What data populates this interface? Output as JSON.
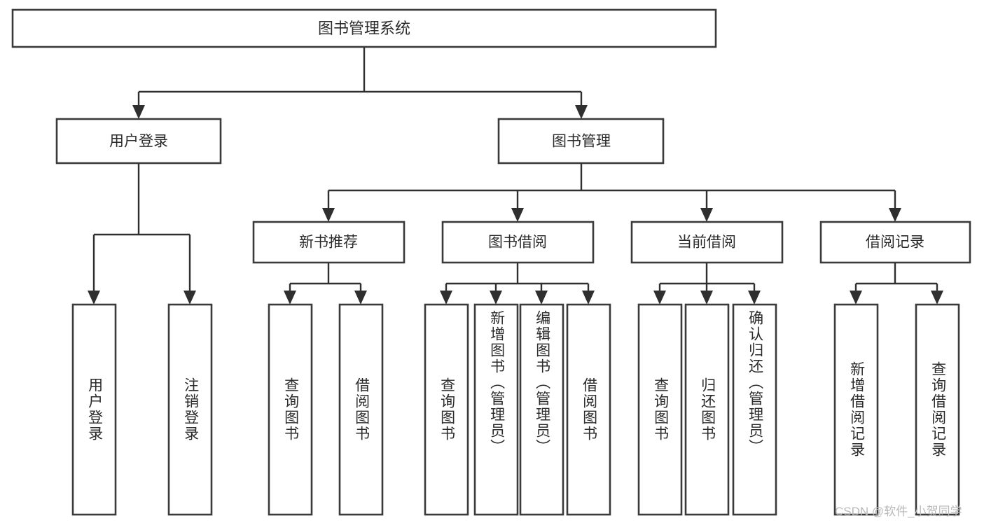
{
  "diagram": {
    "title": "图书管理系统",
    "type": "tree-hierarchy",
    "root": {
      "id": "root",
      "label": "图书管理系统"
    },
    "level2": [
      {
        "id": "user-login",
        "label": "用户登录"
      },
      {
        "id": "book-manage",
        "label": "图书管理"
      }
    ],
    "level3": [
      {
        "id": "new-book-recommend",
        "label": "新书推荐"
      },
      {
        "id": "book-borrow",
        "label": "图书借阅"
      },
      {
        "id": "current-borrow",
        "label": "当前借阅"
      },
      {
        "id": "borrow-record",
        "label": "借阅记录"
      }
    ],
    "leaves": {
      "user_login": [
        {
          "id": "leaf-user-login",
          "label": "用户登录"
        },
        {
          "id": "leaf-logout",
          "label": "注销登录"
        }
      ],
      "new_book_recommend": [
        {
          "id": "leaf-query-book-1",
          "label": "查询图书"
        },
        {
          "id": "leaf-borrow-book-1",
          "label": "借阅图书"
        }
      ],
      "book_borrow": [
        {
          "id": "leaf-query-book-2",
          "label": "查询图书"
        },
        {
          "id": "leaf-add-book",
          "label": "新增图书（管理员）"
        },
        {
          "id": "leaf-edit-book",
          "label": "编辑图书（管理员）"
        },
        {
          "id": "leaf-borrow-book-2",
          "label": "借阅图书"
        }
      ],
      "current_borrow": [
        {
          "id": "leaf-query-book-3",
          "label": "查询图书"
        },
        {
          "id": "leaf-return-book",
          "label": "归还图书"
        },
        {
          "id": "leaf-confirm-return",
          "label": "确认归还（管理员）"
        }
      ],
      "borrow_record": [
        {
          "id": "leaf-add-record",
          "label": "新增借阅记录"
        },
        {
          "id": "leaf-query-record",
          "label": "查询借阅记录"
        }
      ]
    },
    "colors": {
      "box_stroke": "#3a3a3a",
      "connector": "#2f2f2f",
      "text": "#2b2b2b",
      "background": "#ffffff",
      "watermark": "#b9b9b9"
    }
  },
  "watermark": {
    "text": "CSDN @软件_小贺同学"
  }
}
